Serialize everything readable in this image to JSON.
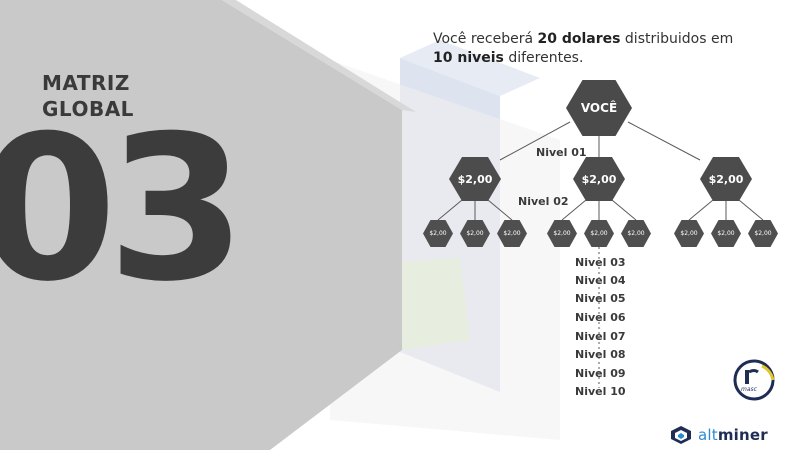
{
  "slide": {
    "title_line1": "MATRIZ",
    "title_line2": "GLOBAL",
    "big_number": "03",
    "headline": {
      "prefix": "Você receberá ",
      "amount": "20 dolares",
      "middle": " distribuidos em ",
      "levels": "10 niveis",
      "suffix": " diferentes."
    }
  },
  "tree": {
    "root_label": "VOCÊ",
    "level1_value": "$2,00",
    "level2_value": "$2,00",
    "levels": [
      "Nivel 01",
      "Nivel 02",
      "Nivel 03",
      "Nivel 04",
      "Nivel 05",
      "Nivel 06",
      "Nivel 07",
      "Nivel 08",
      "Nivel 09",
      "Nivel 10"
    ]
  },
  "brand": {
    "logo_name": "altminer",
    "logo_part1": "alt",
    "logo_part2": "miner",
    "badge_text": "masc"
  },
  "colors": {
    "hex_dark": "#4a4a4a",
    "gray_panel": "#c8c8c8",
    "accent_green": "#dbe9c9",
    "accent_blue": "#dde3ef",
    "brand_navy": "#1f2d55",
    "brand_blue": "#2a8bd4",
    "badge_yellow": "#e0c62a"
  }
}
